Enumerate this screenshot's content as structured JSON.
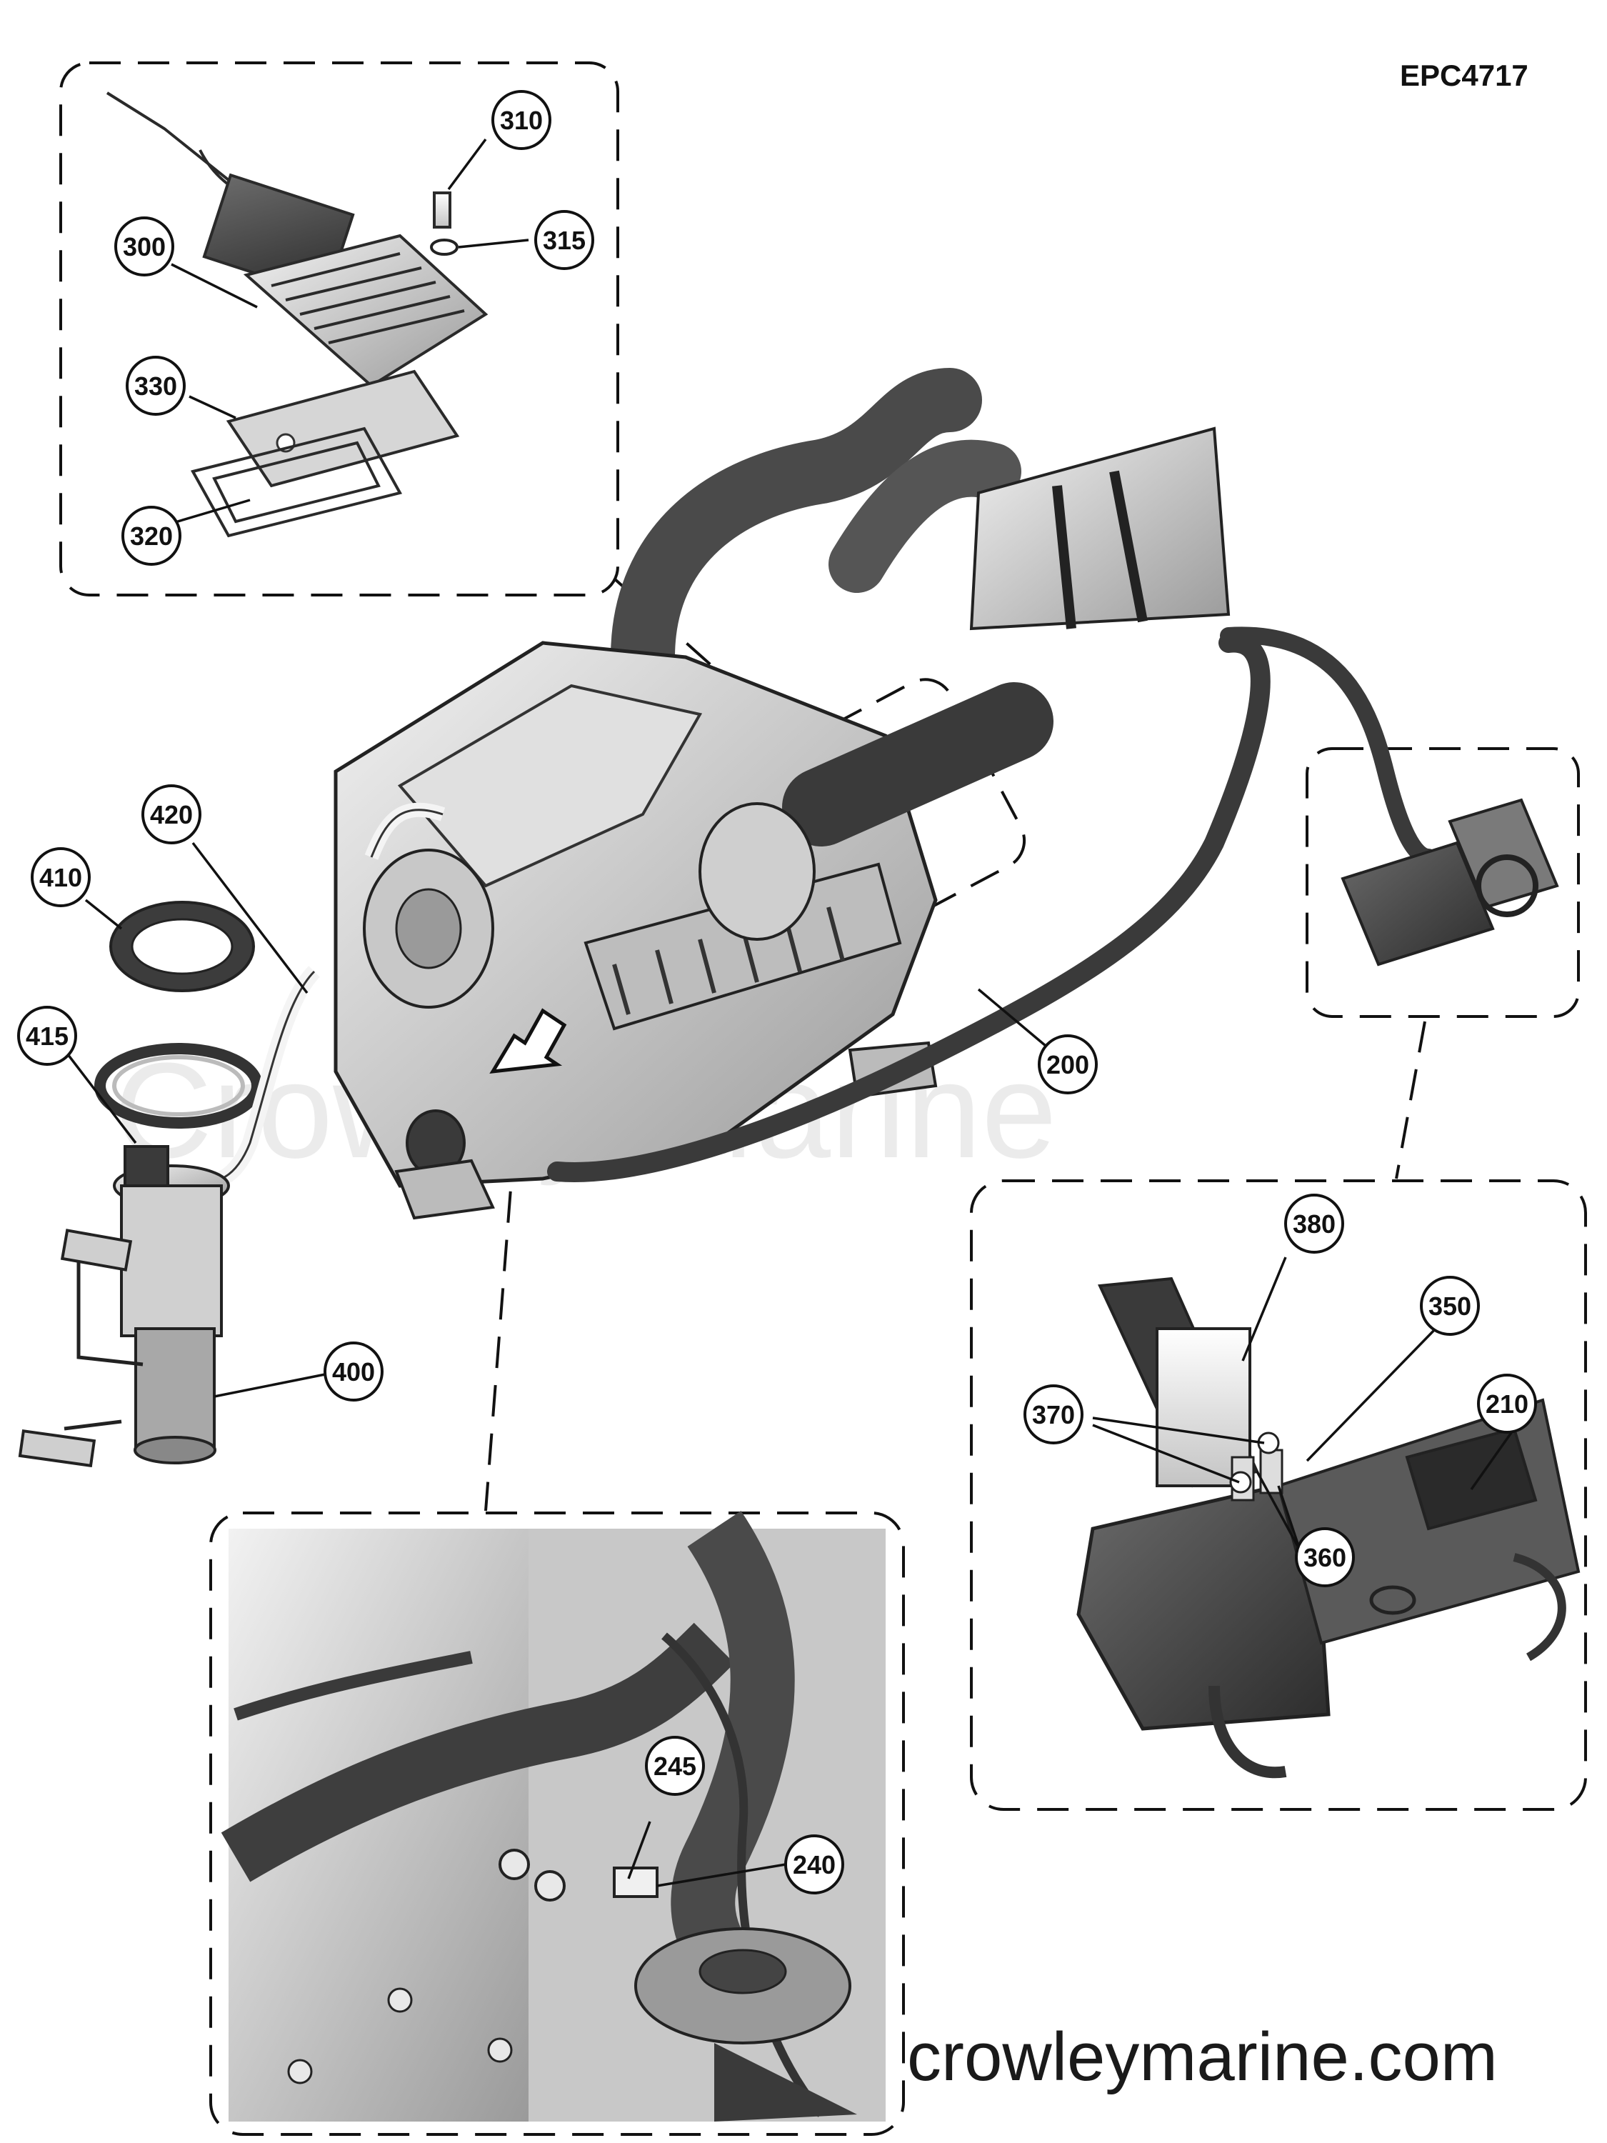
{
  "doc_code": "EPC4717",
  "watermark": "Crowley Marine",
  "site_url": "crowleymarine.com",
  "callouts": {
    "c310": "310",
    "c315": "315",
    "c300": "300",
    "c330": "330",
    "c320": "320",
    "c420": "420",
    "c410": "410",
    "c415": "415",
    "c400": "400",
    "c200": "200",
    "c380": "380",
    "c350": "350",
    "c370": "370",
    "c210": "210",
    "c360": "360",
    "c245": "245",
    "c240": "240"
  }
}
